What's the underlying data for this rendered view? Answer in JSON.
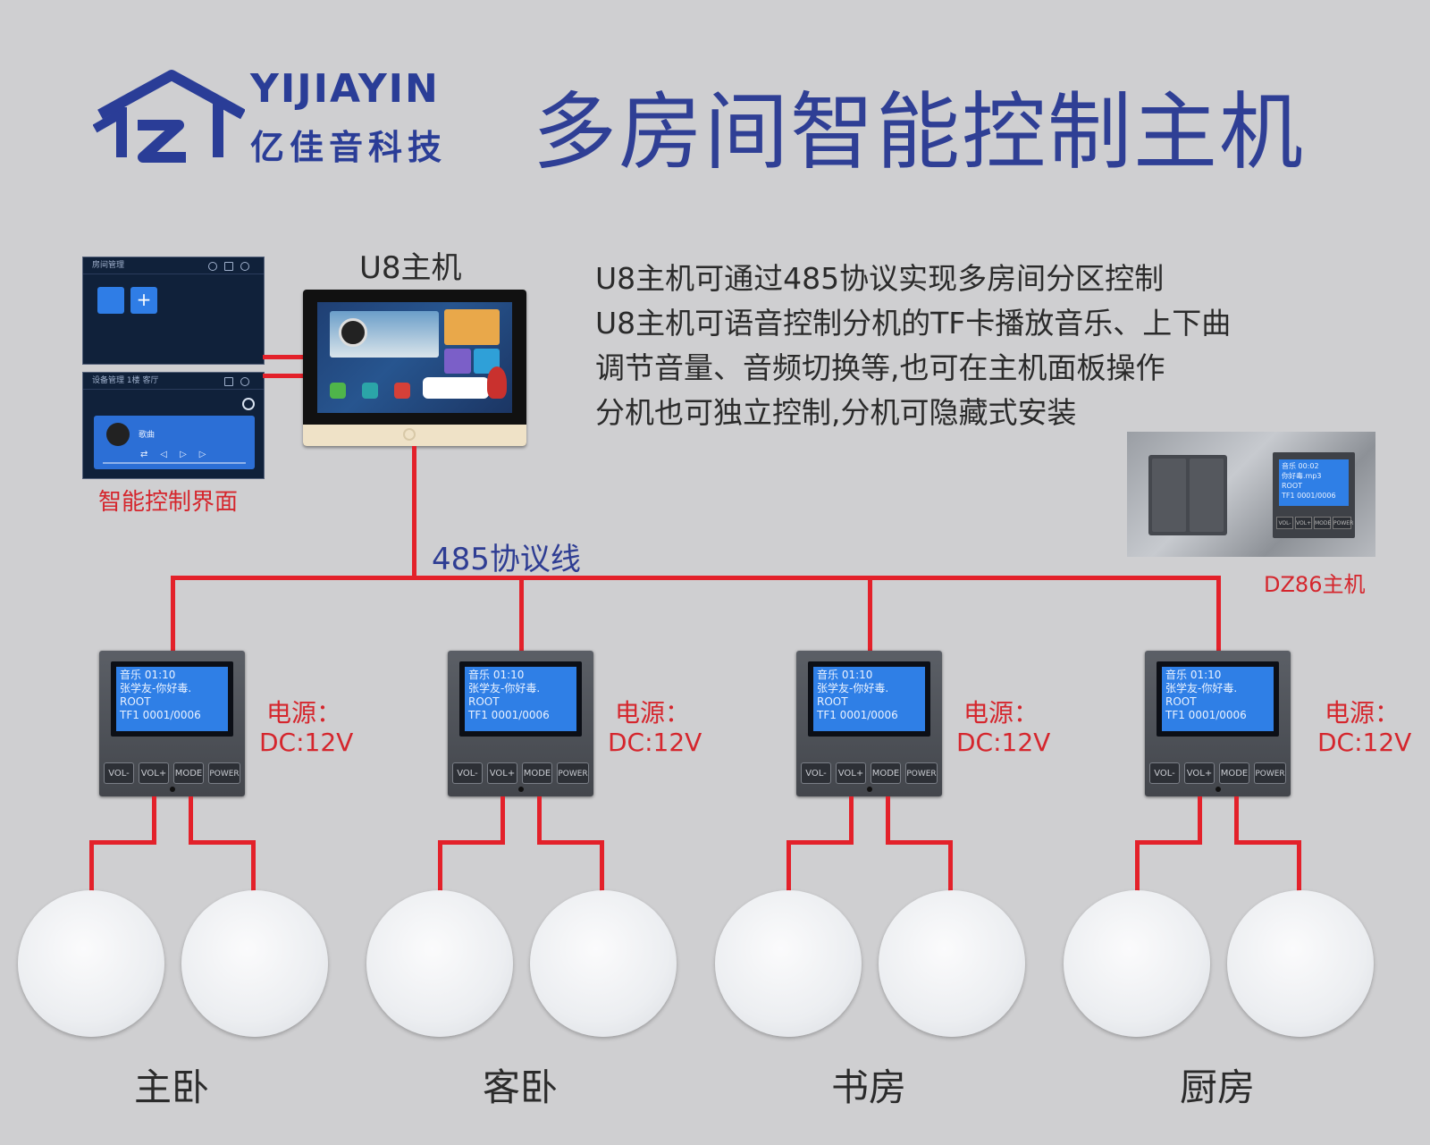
{
  "header": {
    "logo_text": "YIJIAYIN",
    "logo_cn": "亿佳音科技",
    "title": "多房间智能控制主机"
  },
  "host": {
    "label": "U8主机"
  },
  "control_ui": {
    "label": "智能控制界面",
    "panel1_title": "房间管理",
    "panel2_title": "设备管理 1楼 客厅",
    "panel2_song": "歌曲"
  },
  "description": {
    "lines": [
      "U8主机可通过485协议实现多房间分区控制",
      "U8主机可语音控制分机的TF卡播放音乐、上下曲",
      "调节音量、音频切换等,也可在主机面板操作",
      "分机也可独立控制,分机可隐藏式安装"
    ]
  },
  "dz86": {
    "label": "DZ86主机",
    "lcd_line1": "音乐  00:02",
    "lcd_line2": "你好毒.mp3",
    "lcd_line3": "ROOT",
    "lcd_line4": "TF1  0001/0006"
  },
  "bus": {
    "label": "485协议线"
  },
  "module_lcd": {
    "line1": "音乐  01:10",
    "line2": "张学友-你好毒.",
    "line3": "ROOT",
    "line4": "TF1  0001/0006"
  },
  "module_buttons": [
    "VOL-",
    "VOL+",
    "MODE",
    "POWER"
  ],
  "power": {
    "label": "电源：",
    "value": "DC:12V"
  },
  "rooms": [
    {
      "name": "主卧"
    },
    {
      "name": "客卧"
    },
    {
      "name": "书房"
    },
    {
      "name": "厨房"
    }
  ],
  "colors": {
    "brand_blue": "#2f3f95",
    "wire_red": "#e3212a",
    "background": "#cfcfd1"
  }
}
